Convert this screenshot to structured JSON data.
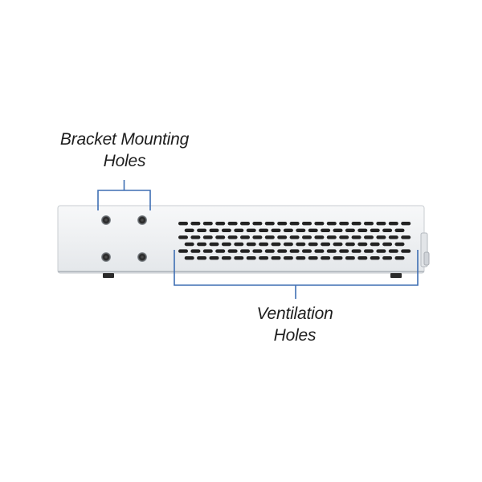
{
  "callouts": {
    "bracket": {
      "line1": "Bracket Mounting",
      "line2": "Holes"
    },
    "ventilation": {
      "line1": "Ventilation",
      "line2": "Holes"
    }
  },
  "colors": {
    "chassis_face": "#f0f1f3",
    "chassis_edge": "#c8ccd1",
    "callout_line": "#3f6fb4",
    "hole": "#222222",
    "foot": "#2b2b2b"
  }
}
